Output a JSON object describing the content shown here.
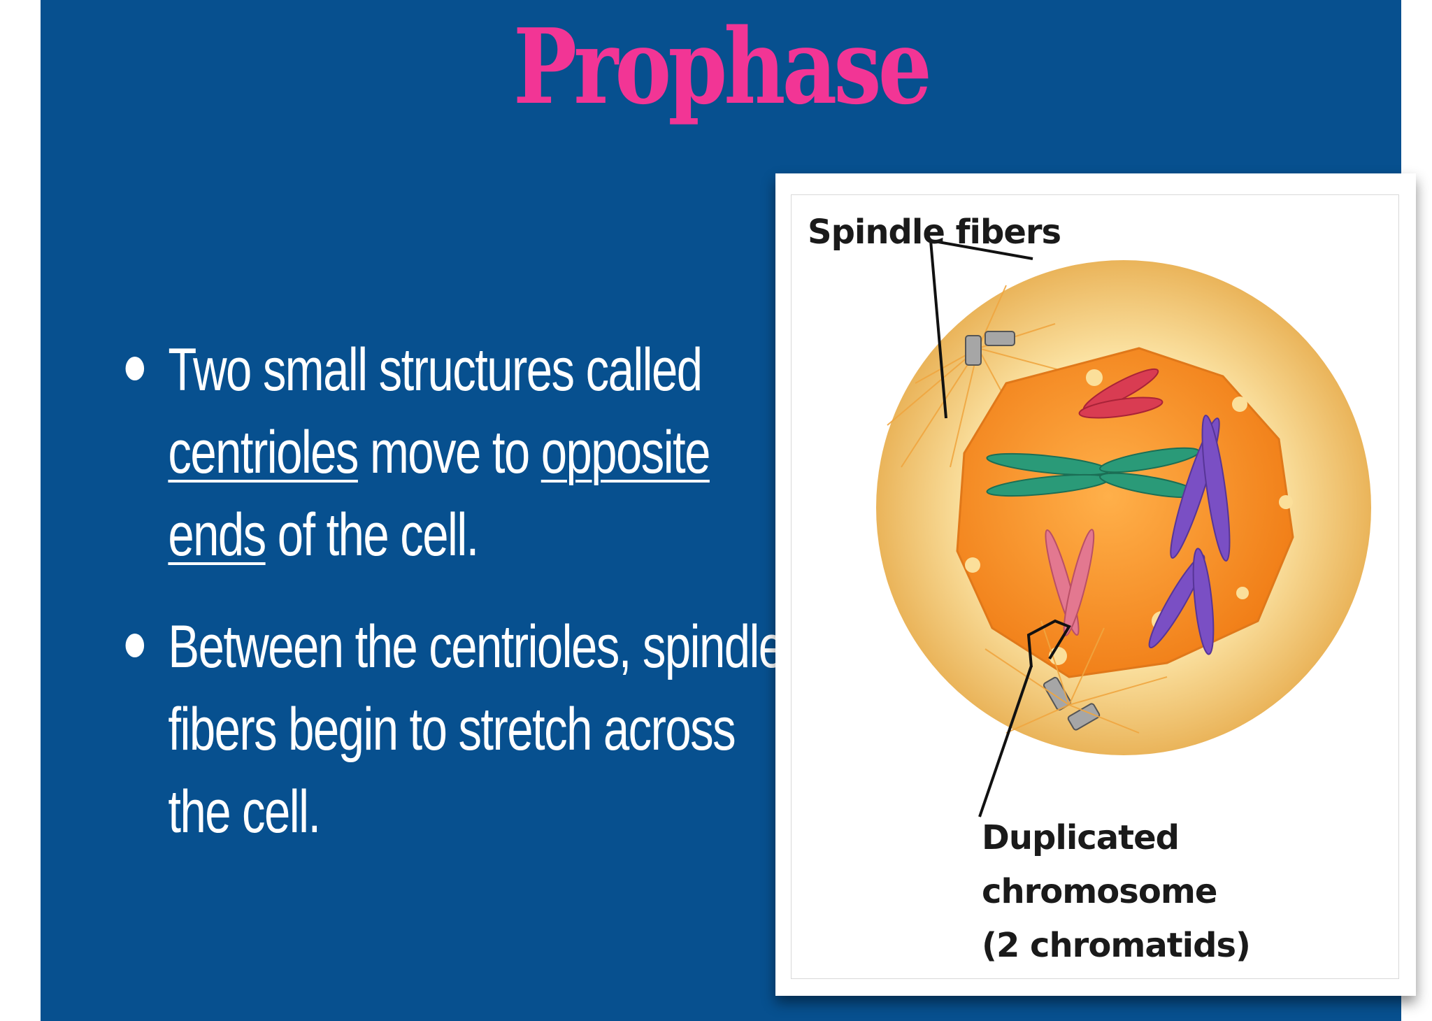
{
  "slide": {
    "title": "Prophase",
    "background_color": "#07508f",
    "title_color": "#f23595"
  },
  "bullets": [
    {
      "part1": "Two small structures called ",
      "term1": "centrioles",
      "part2": " move to ",
      "term2": "opposite ends",
      "part3": " of the cell."
    },
    {
      "text": "Between the centrioles, spindle fibers begin to stretch across the cell."
    }
  ],
  "diagram": {
    "labels": {
      "spindle_fibers": "Spindle fibers",
      "duplicated_line1": "Duplicated",
      "duplicated_line2": "chromosome",
      "duplicated_line3": "(2 chromatids)"
    },
    "colors": {
      "cell_outer": "#f3cf76",
      "cell_center": "#fff1c6",
      "nucleus": "#f58a1e",
      "chromosome_red": "#d93c52",
      "chromosome_green": "#2a9a78",
      "chromosome_purple": "#7a4fc4",
      "chromosome_pink": "#e37890",
      "centriole": "#9a9a9a"
    }
  }
}
